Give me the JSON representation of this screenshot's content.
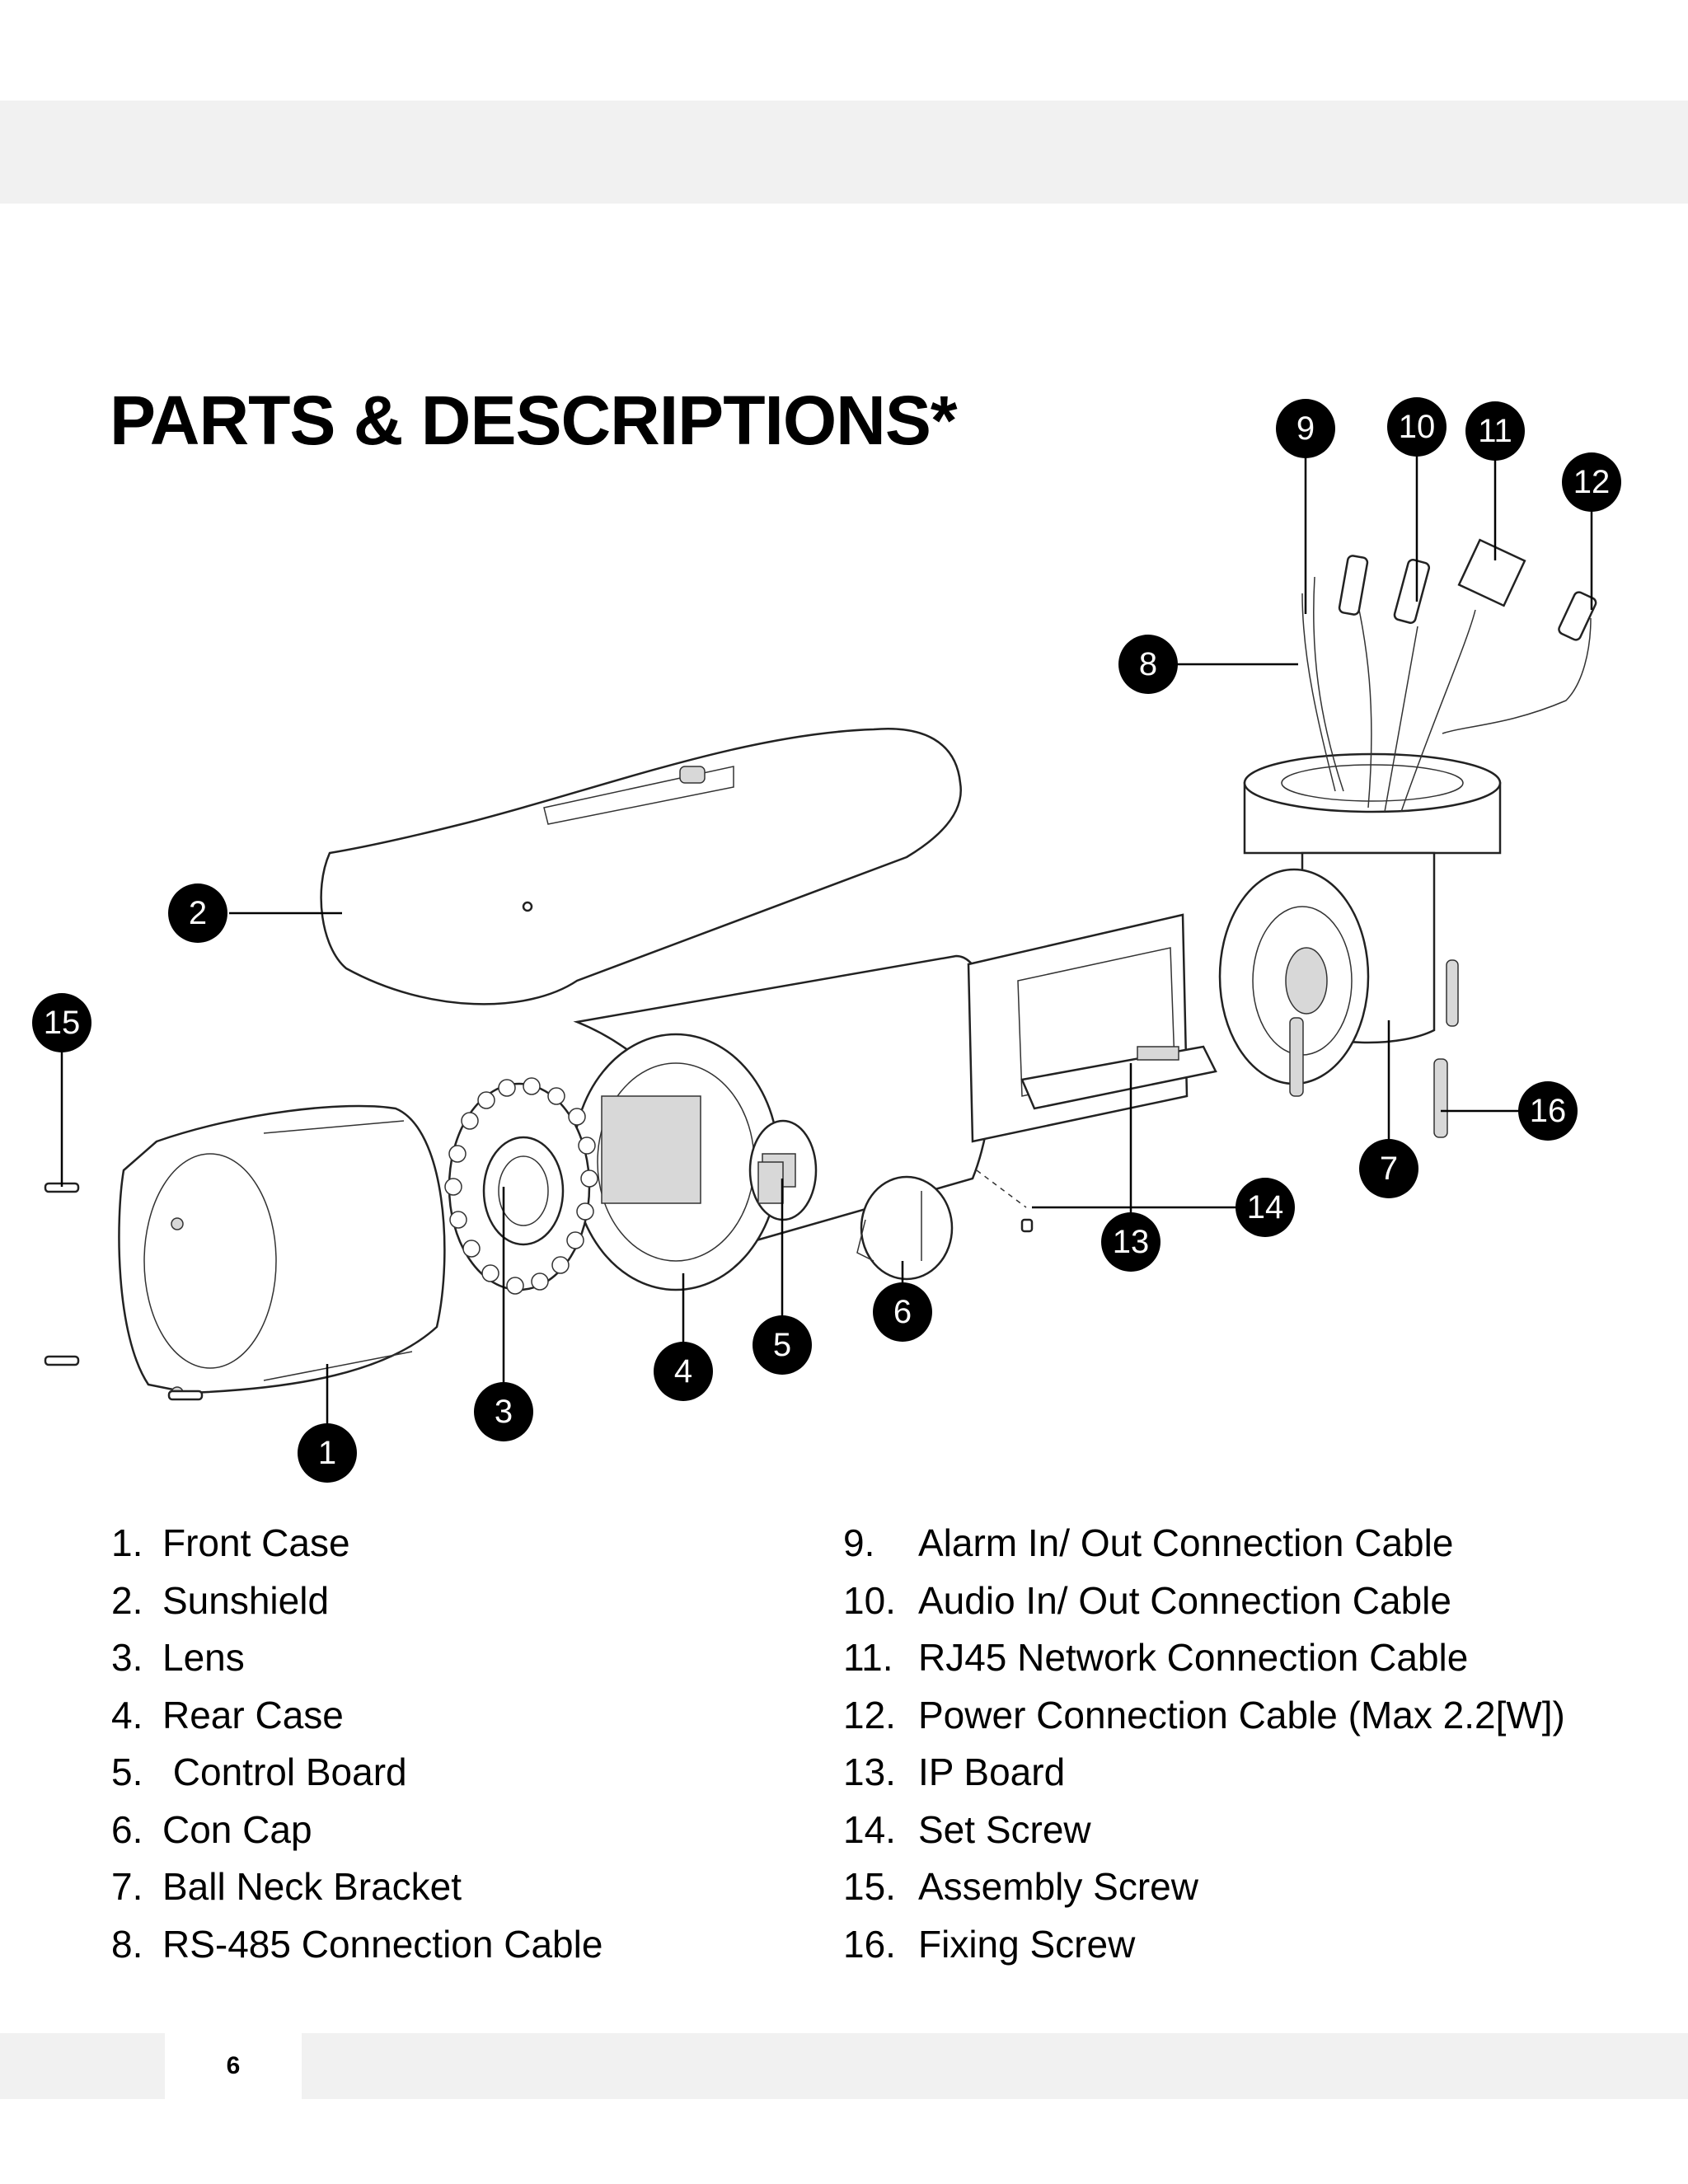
{
  "header": {
    "title": "PARTS & DESCRIPTIONS*"
  },
  "diagram": {
    "callouts": [
      "1",
      "2",
      "3",
      "4",
      "5",
      "6",
      "7",
      "8",
      "9",
      "10",
      "11",
      "12",
      "13",
      "14",
      "15",
      "16"
    ]
  },
  "parts": {
    "left": [
      {
        "num": "1.",
        "label": "Front Case"
      },
      {
        "num": "2.",
        "label": "Sunshield"
      },
      {
        "num": "3.",
        "label": "Lens"
      },
      {
        "num": "4.",
        "label": "Rear Case"
      },
      {
        "num": "5.",
        "label": " Control Board"
      },
      {
        "num": "6.",
        "label": "Con Cap"
      },
      {
        "num": "7.",
        "label": "Ball Neck Bracket"
      },
      {
        "num": "8.",
        "label": "RS-485 Connection Cable"
      }
    ],
    "right": [
      {
        "num": "9.",
        "label": "Alarm In/ Out Connection Cable"
      },
      {
        "num": "10.",
        "label": "Audio In/ Out Connection Cable"
      },
      {
        "num": "11.",
        "label": "RJ45 Network Connection Cable"
      },
      {
        "num": "12.",
        "label": "Power Connection Cable (Max 2.2[W])"
      },
      {
        "num": "13.",
        "label": "IP Board"
      },
      {
        "num": "14.",
        "label": "Set Screw"
      },
      {
        "num": "15.",
        "label": "Assembly Screw"
      },
      {
        "num": "16.",
        "label": "Fixing Screw"
      }
    ]
  },
  "footer": {
    "page_number": "6"
  }
}
